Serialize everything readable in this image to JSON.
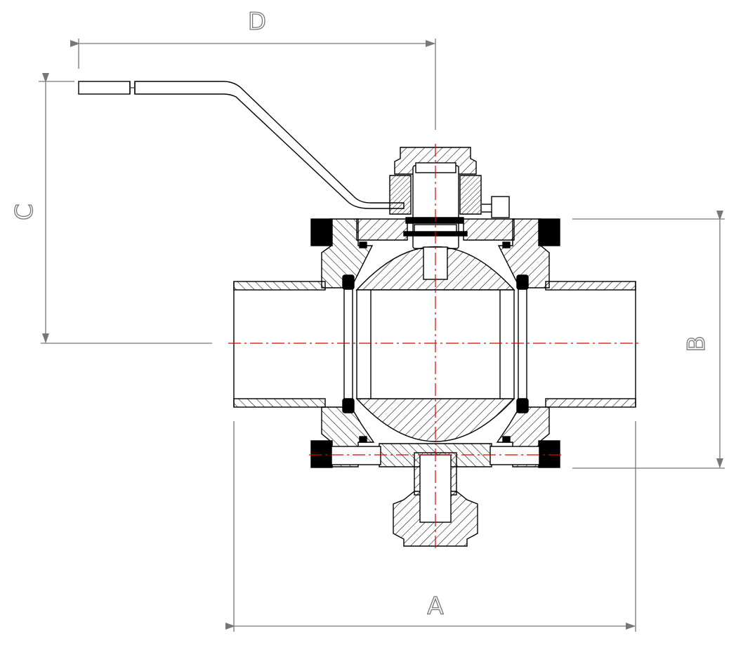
{
  "drawing": {
    "dimension_labels": {
      "a": "A",
      "b": "B",
      "c": "C",
      "d": "D"
    },
    "colors": {
      "outline": "#000000",
      "dimension": "#777777",
      "centerline": "#e00000",
      "seal": "#000000",
      "background": "#ffffff"
    }
  }
}
